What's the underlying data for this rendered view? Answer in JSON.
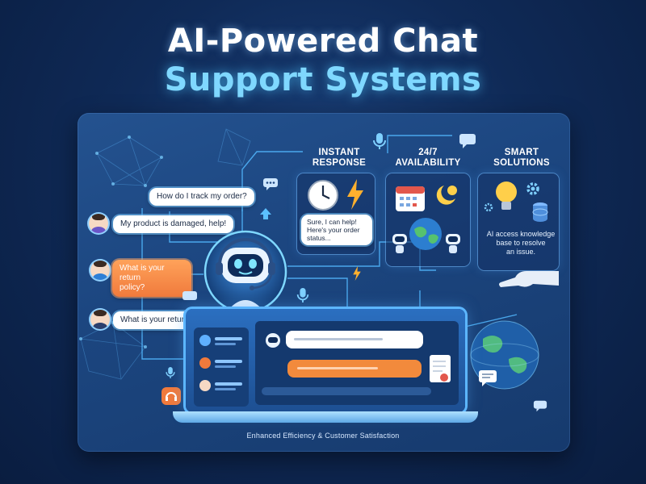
{
  "title": {
    "line1": "AI-Powered Chat",
    "line2": "Support Systems"
  },
  "chat_bubbles": [
    {
      "text": "How do I track my order?"
    },
    {
      "text": "My product is damaged, help!"
    },
    {
      "text": "What is your return"
    },
    {
      "text": "policy?"
    },
    {
      "text": "What is your return policy?"
    }
  ],
  "features": [
    {
      "line1": "INSTANT",
      "line2": "RESPONSE"
    },
    {
      "line1": "24/7",
      "line2": "AVAILABILITY"
    },
    {
      "line1": "SMART",
      "line2": "SOLUTIONS"
    }
  ],
  "instant_bubble": {
    "line1": "Sure, I can help!",
    "line2": "Here's your order",
    "line3": "status..."
  },
  "smart_text": {
    "line1": "AI access knowledge",
    "line2": "base to resolve",
    "line3": "an issue."
  },
  "footer": "Enhanced Efficiency & Customer Satisfaction",
  "colors": {
    "accent": "#6fd4ff",
    "orange": "#f28a3c",
    "background": "#0f2a57"
  }
}
